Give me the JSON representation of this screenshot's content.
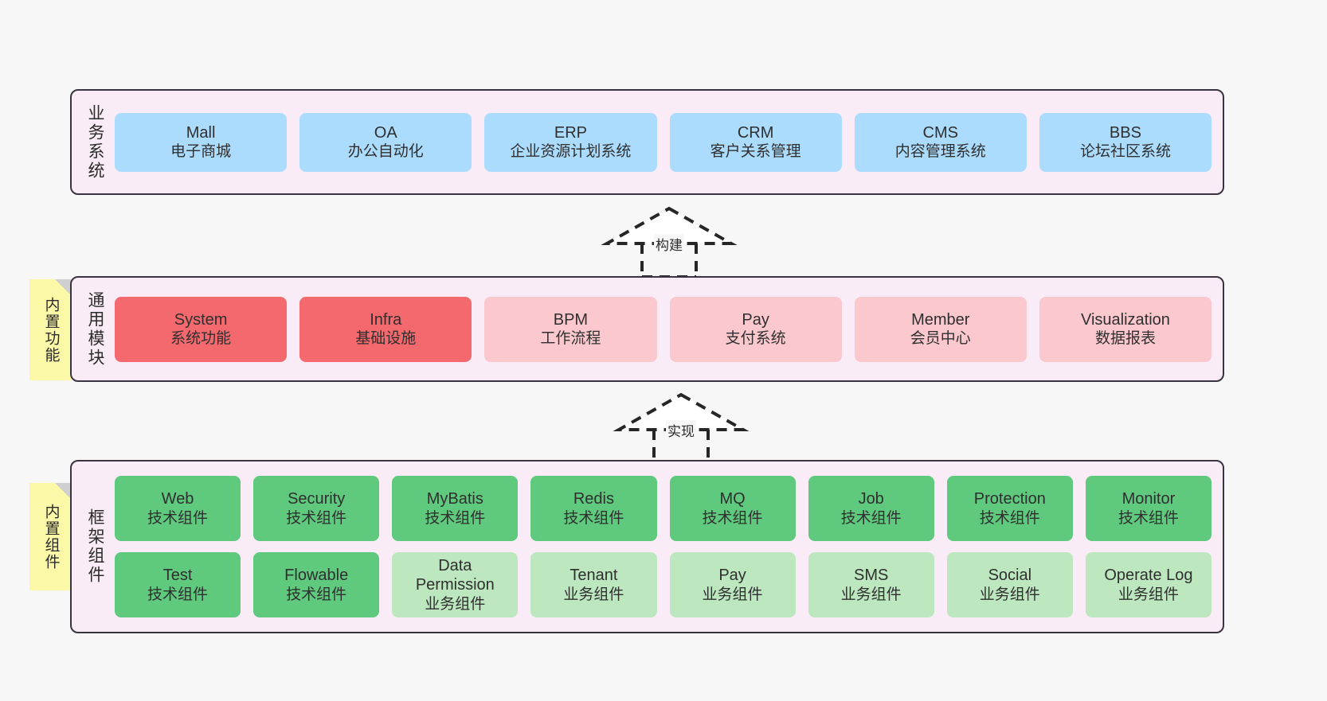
{
  "diagram": {
    "background_color": "#f7f7f7",
    "panel_color": "#f9ecf6",
    "panel_border_color": "#3a3340",
    "note_color": "#fbf8a8"
  },
  "layers": [
    {
      "id": "business",
      "title": "业务系统",
      "notes": null,
      "rows": [
        {
          "cells": [
            {
              "name": "Mall",
              "sub": "电子商城",
              "color": "#acdcfd",
              "style": "c-blue"
            },
            {
              "name": "OA",
              "sub": "办公自动化",
              "color": "#acdcfd",
              "style": "c-blue"
            },
            {
              "name": "ERP",
              "sub": "企业资源计划系统",
              "color": "#acdcfd",
              "style": "c-blue"
            },
            {
              "name": "CRM",
              "sub": "客户关系管理",
              "color": "#acdcfd",
              "style": "c-blue"
            },
            {
              "name": "CMS",
              "sub": "内容管理系统",
              "color": "#acdcfd",
              "style": "c-blue"
            },
            {
              "name": "BBS",
              "sub": "论坛社区系统",
              "color": "#acdcfd",
              "style": "c-blue"
            }
          ]
        }
      ]
    },
    {
      "id": "modules",
      "title": "通用模块",
      "notes": "内置功能",
      "rows": [
        {
          "cells": [
            {
              "name": "System",
              "sub": "系统功能",
              "color": "#f4696e",
              "style": "c-red"
            },
            {
              "name": "Infra",
              "sub": "基础设施",
              "color": "#f4696e",
              "style": "c-red"
            },
            {
              "name": "BPM",
              "sub": "工作流程",
              "color": "#fbc8ce",
              "style": "c-pink"
            },
            {
              "name": "Pay",
              "sub": "支付系统",
              "color": "#fbc8ce",
              "style": "c-pink"
            },
            {
              "name": "Member",
              "sub": "会员中心",
              "color": "#fbc8ce",
              "style": "c-pink"
            },
            {
              "name": "Visualization",
              "sub": "数据报表",
              "color": "#fbc8ce",
              "style": "c-pink"
            }
          ]
        }
      ]
    },
    {
      "id": "framework",
      "title": "框架组件",
      "notes": "内置组件",
      "rows": [
        {
          "cells": [
            {
              "name": "Web",
              "sub": "技术组件",
              "color": "#5fc97e",
              "style": "c-green"
            },
            {
              "name": "Security",
              "sub": "技术组件",
              "color": "#5fc97e",
              "style": "c-green"
            },
            {
              "name": "MyBatis",
              "sub": "技术组件",
              "color": "#5fc97e",
              "style": "c-green"
            },
            {
              "name": "Redis",
              "sub": "技术组件",
              "color": "#5fc97e",
              "style": "c-green"
            },
            {
              "name": "MQ",
              "sub": "技术组件",
              "color": "#5fc97e",
              "style": "c-green"
            },
            {
              "name": "Job",
              "sub": "技术组件",
              "color": "#5fc97e",
              "style": "c-green"
            },
            {
              "name": "Protection",
              "sub": "技术组件",
              "color": "#5fc97e",
              "style": "c-green"
            },
            {
              "name": "Monitor",
              "sub": "技术组件",
              "color": "#5fc97e",
              "style": "c-green"
            }
          ]
        },
        {
          "cells": [
            {
              "name": "Test",
              "sub": "技术组件",
              "color": "#5fc97e",
              "style": "c-green"
            },
            {
              "name": "Flowable",
              "sub": "技术组件",
              "color": "#5fc97e",
              "style": "c-green"
            },
            {
              "name": "Data Permission",
              "sub": "业务组件",
              "color": "#bce7bf",
              "style": "c-lightgreen"
            },
            {
              "name": "Tenant",
              "sub": "业务组件",
              "color": "#bce7bf",
              "style": "c-lightgreen"
            },
            {
              "name": "Pay",
              "sub": "业务组件",
              "color": "#bce7bf",
              "style": "c-lightgreen"
            },
            {
              "name": "SMS",
              "sub": "业务组件",
              "color": "#bce7bf",
              "style": "c-lightgreen"
            },
            {
              "name": "Social",
              "sub": "业务组件",
              "color": "#bce7bf",
              "style": "c-lightgreen"
            },
            {
              "name": "Operate Log",
              "sub": "业务组件",
              "color": "#bce7bf",
              "style": "c-lightgreen"
            }
          ]
        }
      ]
    }
  ],
  "connectors": [
    {
      "id": "build",
      "label": "构建",
      "style": "dashed-generalization",
      "from": "modules",
      "to": "business"
    },
    {
      "id": "realize",
      "label": "实现",
      "style": "dashed-generalization",
      "from": "framework",
      "to": "modules"
    }
  ]
}
